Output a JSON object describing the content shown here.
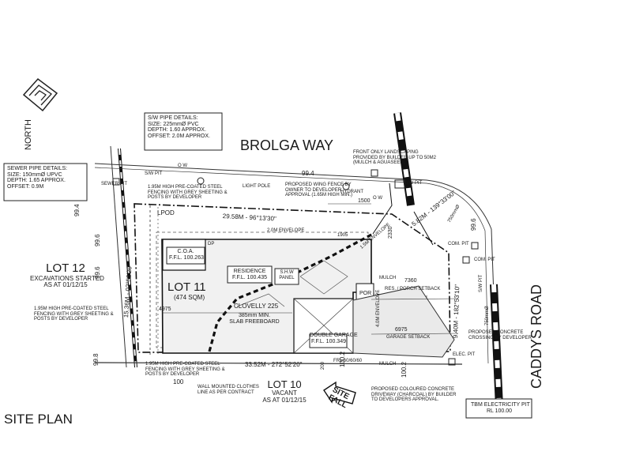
{
  "title": "SITE PLAN",
  "north": {
    "label": "NORTH"
  },
  "streets": {
    "top": "BROLGA WAY",
    "right": "CADDYS ROAD"
  },
  "sewer_pipe": {
    "title": "SEWER PIPE DETAILS:",
    "size": "SIZE:   150mmØ UPVC",
    "depth": "DEPTH:   1.65 APPROX.",
    "offset": "OFFSET:   0.9M"
  },
  "sw_pipe": {
    "title": "S/W PIPE DETAILS:",
    "size": "SIZE:   225mmØ PVC",
    "depth": "DEPTH:   1.60 APPROX.",
    "offset": "OFFSET:   2.0M APPROX."
  },
  "lot12": {
    "name": "LOT 12",
    "line1": "EXCAVATIONS STARTED",
    "line2": "AS AT 01/12/15"
  },
  "lot10": {
    "name": "LOT 10",
    "line1": "VACANT",
    "line2": "AS AT 01/12/15"
  },
  "lot11": {
    "name": "LOT 11",
    "area": "(474 SQM)"
  },
  "residence": {
    "name": "RESIDENCE",
    "ffl": "F.F.L. 100.435"
  },
  "coa": {
    "name": "C.O.A.",
    "ffl": "F.F.L. 100.263"
  },
  "shw": {
    "line1": "S.H.W",
    "line2": "PANEL"
  },
  "design": "CLOVELLY 225",
  "slab": {
    "line1": "385mm MIN.",
    "line2": "SLAB FREEBOARD"
  },
  "garage": {
    "name": "DOUBLE GARAGE",
    "ffl": "F.F.L. 100.349"
  },
  "por": "POR",
  "boundaries": {
    "top": "29.58M - 96°13'30\"",
    "bottom": "33.52M - 272°52'20\"",
    "left": "15.36M - 02°52'20\"",
    "right_upper": "5.82M - 139°33'00\"",
    "right_lower": "9.40M - 182°53'10\""
  },
  "setbacks": {
    "porch": "RES. / PORCH SETBACK",
    "garage": "GARAGE SETBACK",
    "env_top": "2.0M ENVELOPE",
    "env_right": "1.5M ENVELOPE",
    "env_garage": "4.0M ENVELOPE"
  },
  "dims": {
    "d7360": "7360",
    "d6975": "6975",
    "d4975": "4975",
    "d1500": "1500",
    "d2330": "2330",
    "d1905": "1905"
  },
  "levels": {
    "l99_4_top": "99.4",
    "l99_4_left": "99.4",
    "l99_6_left": "99.6",
    "l99_6_lot12": "99.6",
    "l99_6_right": "99.6",
    "l99_8": "99.8",
    "l100": "100",
    "l100_2": "100.2",
    "l100_2b": "100.2"
  },
  "notes": {
    "fence_top": [
      "1.95M HIGH PRE-COATED STEEL",
      "FENCING WITH GREY SHEETING &",
      "POSTS BY DEVELOPER"
    ],
    "fence_left": [
      "1.95M HIGH PRE-COATED STEEL",
      "FENCING WITH GREY SHEETING &",
      "POSTS BY DEVELOPER"
    ],
    "fence_bottom": [
      "1.95M HIGH PRE-COATED STEEL",
      "FENCING WITH GREY SHEETING &",
      "POSTS BY DEVELOPER"
    ],
    "wing_fence": [
      "PROPOSED WING FENCE BY",
      "OWNER TO DEVELOPER",
      "APPROVAL (1.65M HIGH MIN.)"
    ],
    "landscaping": [
      "FRONT ONLY LANDSCAPING",
      "PROVIDED BY BUILDER UP TO 50M2",
      "(MULCH & AGUASEED)"
    ],
    "clothes_line": [
      "WALL MOUNTED CLOTHES",
      "LINE AS PER CONTRACT"
    ],
    "driveway": [
      "PROPOSED COLOURED CONCRETE",
      "DRIVEWAY (CHARCOAL) BY BUILDER",
      "TO DEVELOPERS APPROVAL."
    ],
    "crossing": [
      "PROPOSED CONCRETE",
      "CROSSING BY DEVELOPER"
    ]
  },
  "small": {
    "sewer_pit": "SEWER PIT",
    "sw_pit_left": "S/W PIT",
    "sw_pit_right": "S/W PIT",
    "light_pole": "LIGHT POLE",
    "hydrant": "HYDRANT",
    "lpod": "LPOD",
    "mulch1": "MULCH",
    "mulch2": "MULCH",
    "elec_pit": "ELEC. PIT",
    "com_pit1": "COM. PIT",
    "com_pit2": "COM. PIT",
    "sw_pit_road": "S/W PIT",
    "frl": "FRL 60/60/60",
    "ow1": "O W",
    "ow2": "O W",
    "dp": "DP",
    "b760": "750mmØ",
    "b750": "750mmØ",
    "b200": "200",
    "e1": "1500",
    "e2": "1500"
  },
  "tbm": {
    "line1": "TBM ELECTRICITY PIT",
    "line2": "RL 100.00"
  },
  "site_fall": {
    "line1": "SITE",
    "line2": "FALL"
  }
}
